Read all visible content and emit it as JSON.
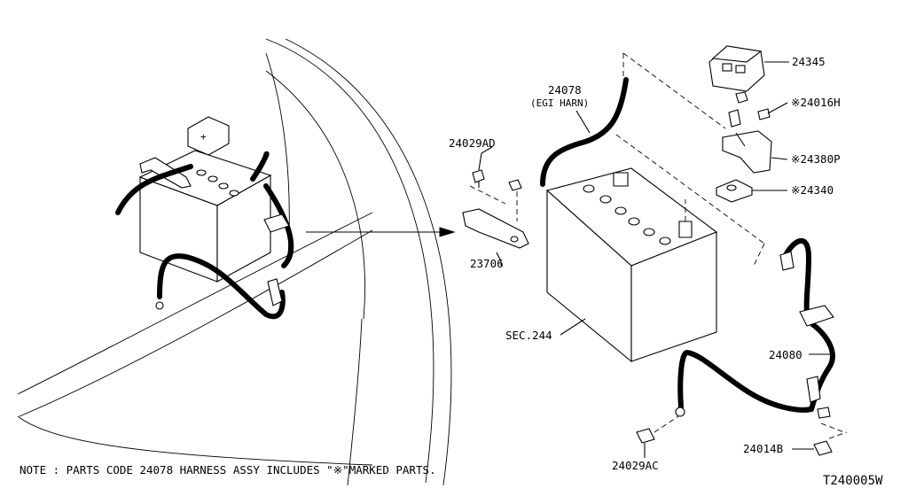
{
  "labels": {
    "p24345": "24345",
    "p24016H": "※24016H",
    "p24380P": "※24380P",
    "p24340": "※24340",
    "p24078": "24078",
    "p24078_sub": "(EGI HARN)",
    "p24029AD": "24029AD",
    "p23706": "23706",
    "sec244": "SEC.244",
    "p24080": "24080",
    "p24014B": "24014B",
    "p24029AC": "24029AC"
  },
  "note": "NOTE : PARTS CODE 24078 HARNESS ASSY INCLUDES \"※\"MARKED PARTS.",
  "figure_code": "T240005W"
}
